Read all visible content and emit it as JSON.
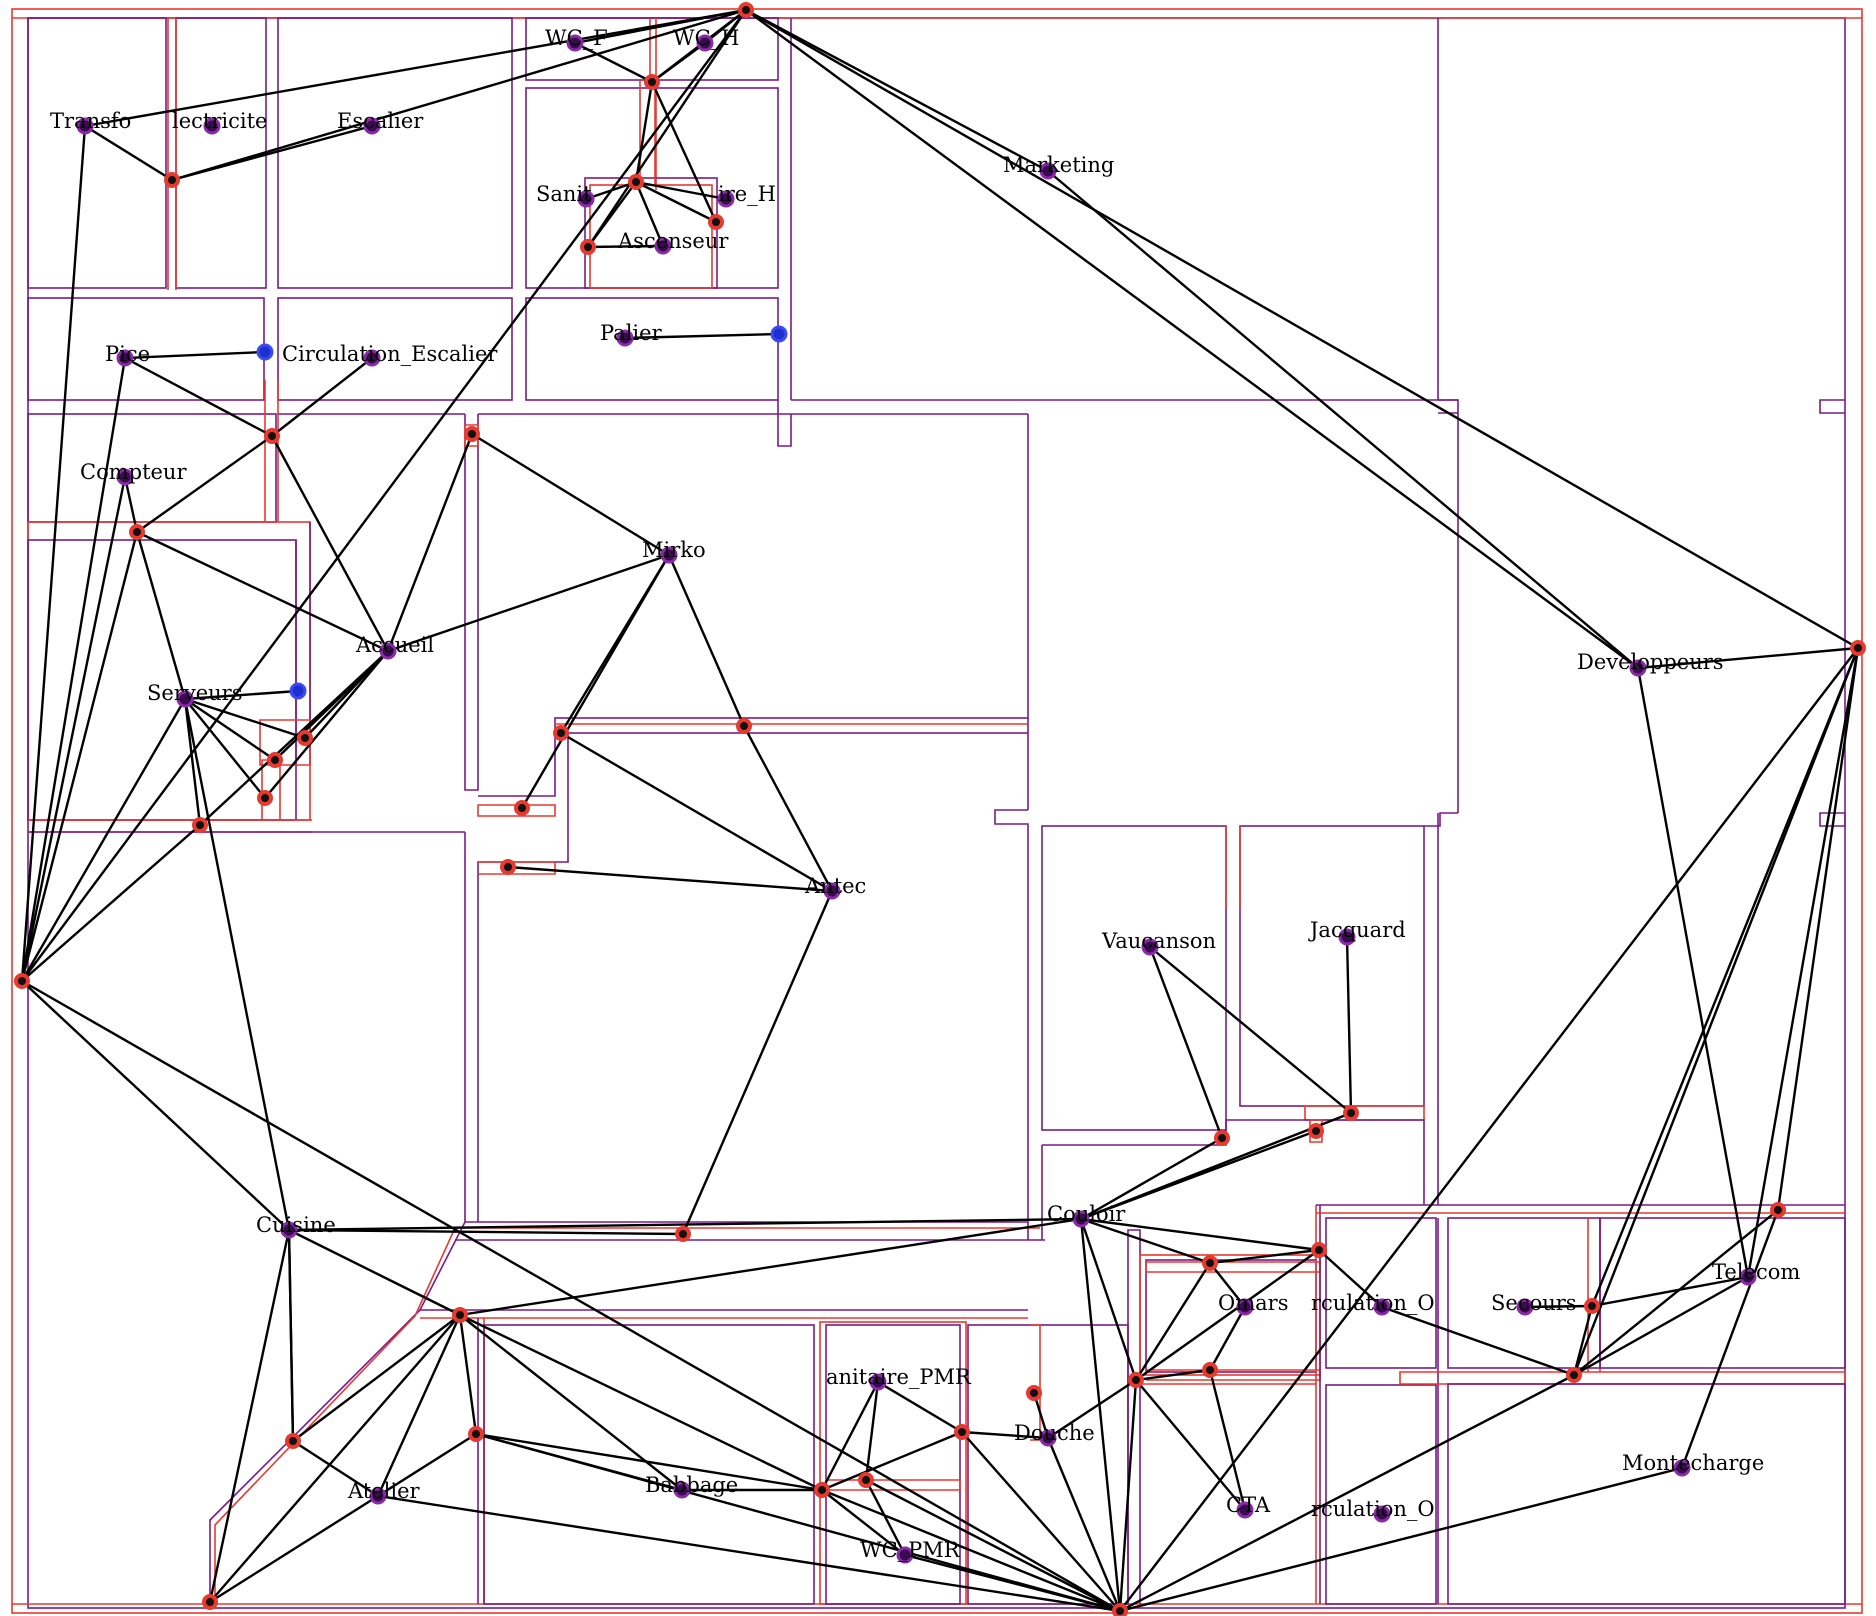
{
  "colors": {
    "wall_outer": "#e8392f",
    "wall_inner": "#7b1a87",
    "room_node": "#3a0b4f",
    "door_node_ring": "#e8392f",
    "stair_node": "#1e2fd0",
    "edge": "#000000"
  },
  "rooms": [
    {
      "id": "transfo",
      "label": "Transfo"
    },
    {
      "id": "electricite",
      "label": "lectricite"
    },
    {
      "id": "escalier",
      "label": "Escalier"
    },
    {
      "id": "wc_f",
      "label": "WC_F"
    },
    {
      "id": "wc_h",
      "label": "WC_H"
    },
    {
      "id": "marketing",
      "label": "Marketing"
    },
    {
      "id": "sanitaire_f",
      "label": "Sanit"
    },
    {
      "id": "sanitaire_h",
      "label": "ire_H"
    },
    {
      "id": "ascenseur",
      "label": "Ascenseur"
    },
    {
      "id": "piece",
      "label": "Pice"
    },
    {
      "id": "circulation_escalier",
      "label": "Circulation_Escalier"
    },
    {
      "id": "palier",
      "label": "Palier"
    },
    {
      "id": "compteur",
      "label": "Compteur"
    },
    {
      "id": "mirko",
      "label": "Mirko"
    },
    {
      "id": "accueil",
      "label": "Accueil"
    },
    {
      "id": "serveurs",
      "label": "Serveurs"
    },
    {
      "id": "developpeurs",
      "label": "Developpeurs"
    },
    {
      "id": "antec",
      "label": "Antec"
    },
    {
      "id": "vaucanson",
      "label": "Vaucanson"
    },
    {
      "id": "jacquard",
      "label": "Jacquard"
    },
    {
      "id": "cuisine",
      "label": "Cuisine"
    },
    {
      "id": "couloir",
      "label": "Couloir"
    },
    {
      "id": "omars",
      "label": "Omars"
    },
    {
      "id": "circulation_o1",
      "label": "rculation_O"
    },
    {
      "id": "secours",
      "label": "Secours"
    },
    {
      "id": "telecom",
      "label": "Telecom"
    },
    {
      "id": "sanitaire_pmr",
      "label": "anitaire_PMR"
    },
    {
      "id": "douche",
      "label": "Douche"
    },
    {
      "id": "atelier",
      "label": "Atelier"
    },
    {
      "id": "babbage",
      "label": "Babbage"
    },
    {
      "id": "cta",
      "label": "CTA"
    },
    {
      "id": "circulation_o2",
      "label": "rculation_O"
    },
    {
      "id": "montecharge",
      "label": "Montecharge"
    },
    {
      "id": "wc_pmr",
      "label": "WC_PMR"
    }
  ]
}
